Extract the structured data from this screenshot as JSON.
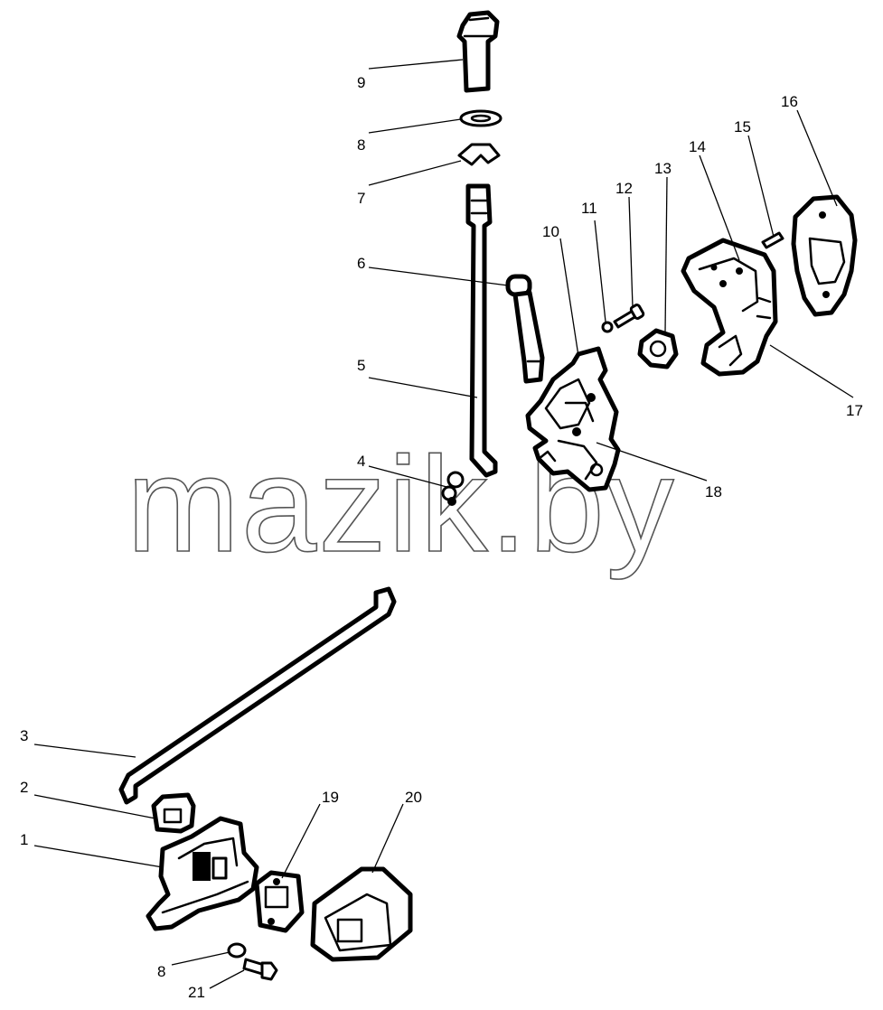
{
  "watermark": "mazik.by",
  "callouts": [
    {
      "id": "c9",
      "label": "9"
    },
    {
      "id": "c8a",
      "label": "8"
    },
    {
      "id": "c7",
      "label": "7"
    },
    {
      "id": "c6",
      "label": "6"
    },
    {
      "id": "c5",
      "label": "5"
    },
    {
      "id": "c4",
      "label": "4"
    },
    {
      "id": "c10",
      "label": "10"
    },
    {
      "id": "c11",
      "label": "11"
    },
    {
      "id": "c12",
      "label": "12"
    },
    {
      "id": "c13",
      "label": "13"
    },
    {
      "id": "c14",
      "label": "14"
    },
    {
      "id": "c15",
      "label": "15"
    },
    {
      "id": "c16",
      "label": "16"
    },
    {
      "id": "c17",
      "label": "17"
    },
    {
      "id": "c18",
      "label": "18"
    },
    {
      "id": "c3",
      "label": "3"
    },
    {
      "id": "c2",
      "label": "2"
    },
    {
      "id": "c1",
      "label": "1"
    },
    {
      "id": "c19",
      "label": "19"
    },
    {
      "id": "c20",
      "label": "20"
    },
    {
      "id": "c8b",
      "label": "8"
    },
    {
      "id": "c21",
      "label": "21"
    }
  ]
}
